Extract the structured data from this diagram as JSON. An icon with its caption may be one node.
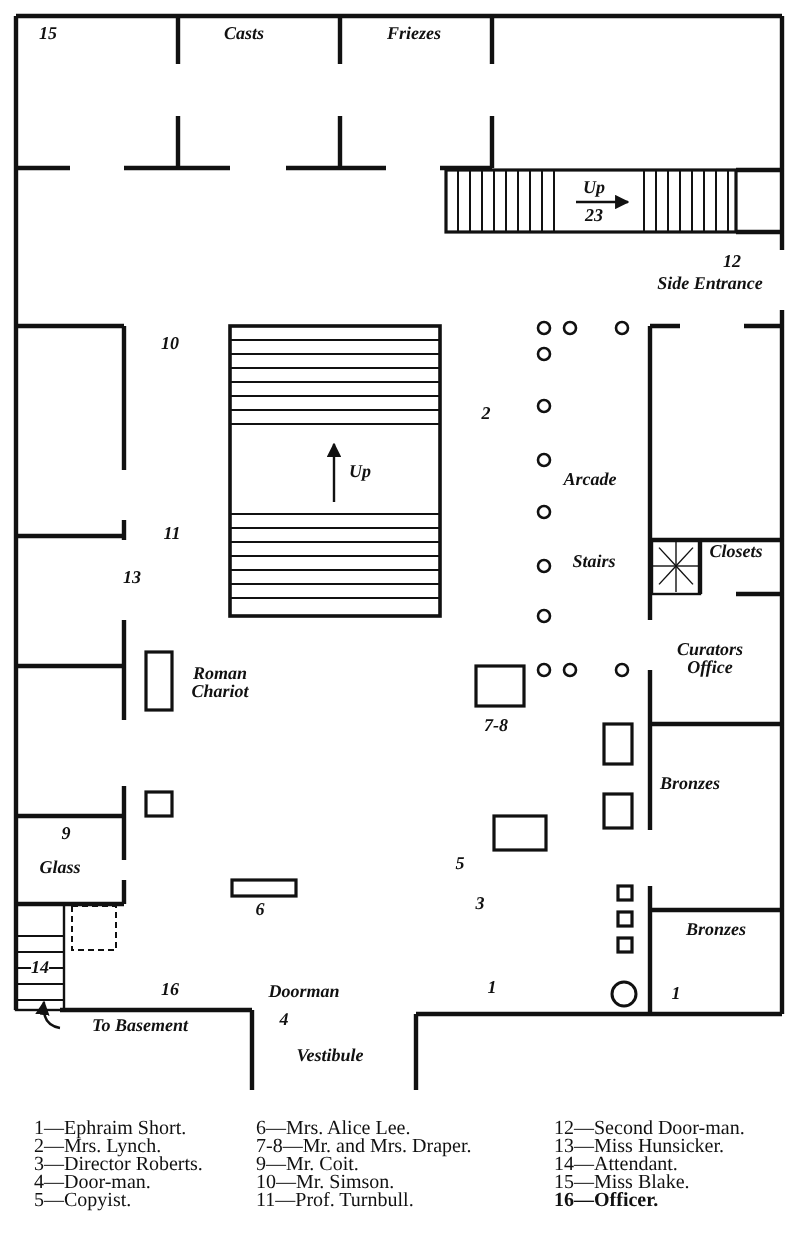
{
  "diagram": {
    "labels": [
      "15",
      "Casts",
      "Friezes",
      "Up",
      "23",
      "12",
      "Side Entrance",
      "10",
      "2",
      "Up",
      "Arcade",
      "11",
      "13",
      "Stairs",
      "Closets",
      "Curators Office",
      "Roman Chariot",
      "7-8",
      "Bronzes",
      "9",
      "Glass",
      "5",
      "3",
      "6",
      "Bronzes",
      "14",
      "16",
      "Doorman",
      "1",
      "1",
      "4",
      "To Basement",
      "Vestibule",
      "1—Ephraim Short.",
      "2—Mrs. Lynch.",
      "3—Director Roberts.",
      "4—Door-man.",
      "5—Copyist.",
      "6—Mrs. Alice Lee.",
      "7-8—Mr. and Mrs. Draper.",
      "9—Mr. Coit.",
      "10—Mr. Simson.",
      "11—Prof. Turnbull.",
      "12—Second Door-man.",
      "13—Miss Hunsicker.",
      "14—Attendant.",
      "15—Miss Blake.",
      "16—Officer."
    ]
  }
}
